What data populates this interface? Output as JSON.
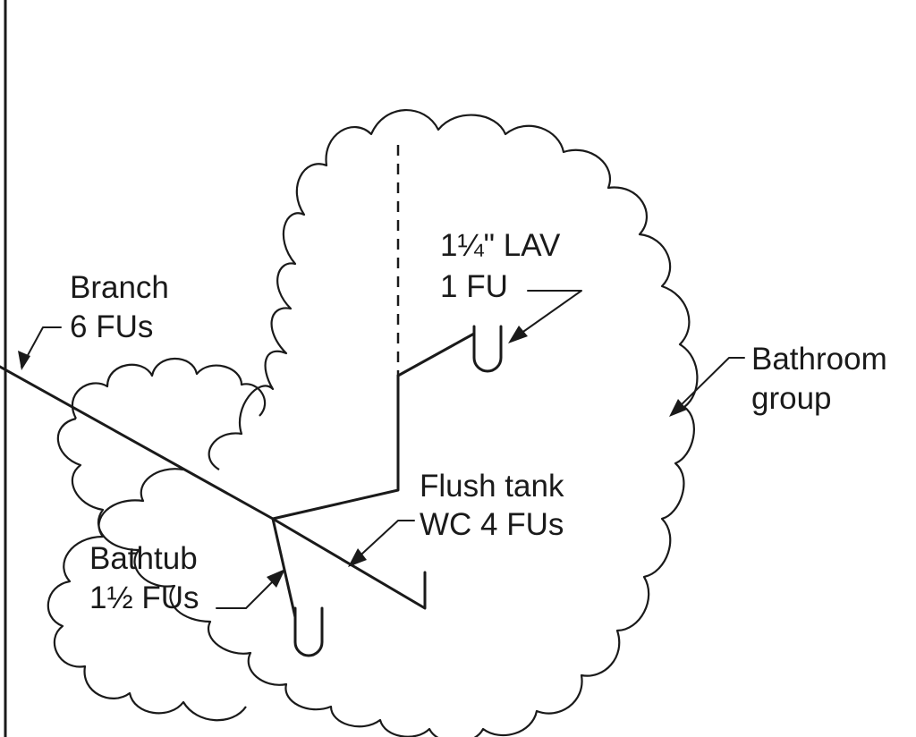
{
  "labels": {
    "branch": [
      "Branch",
      "6 FUs"
    ],
    "lav": [
      "1¼\" LAV",
      "1 FU"
    ],
    "bathroom_group": [
      "Bathroom",
      "group"
    ],
    "flush_tank": [
      "Flush tank",
      "WC 4 FUs"
    ],
    "bathtub": [
      "Bathtub",
      "1½ FUs"
    ]
  }
}
